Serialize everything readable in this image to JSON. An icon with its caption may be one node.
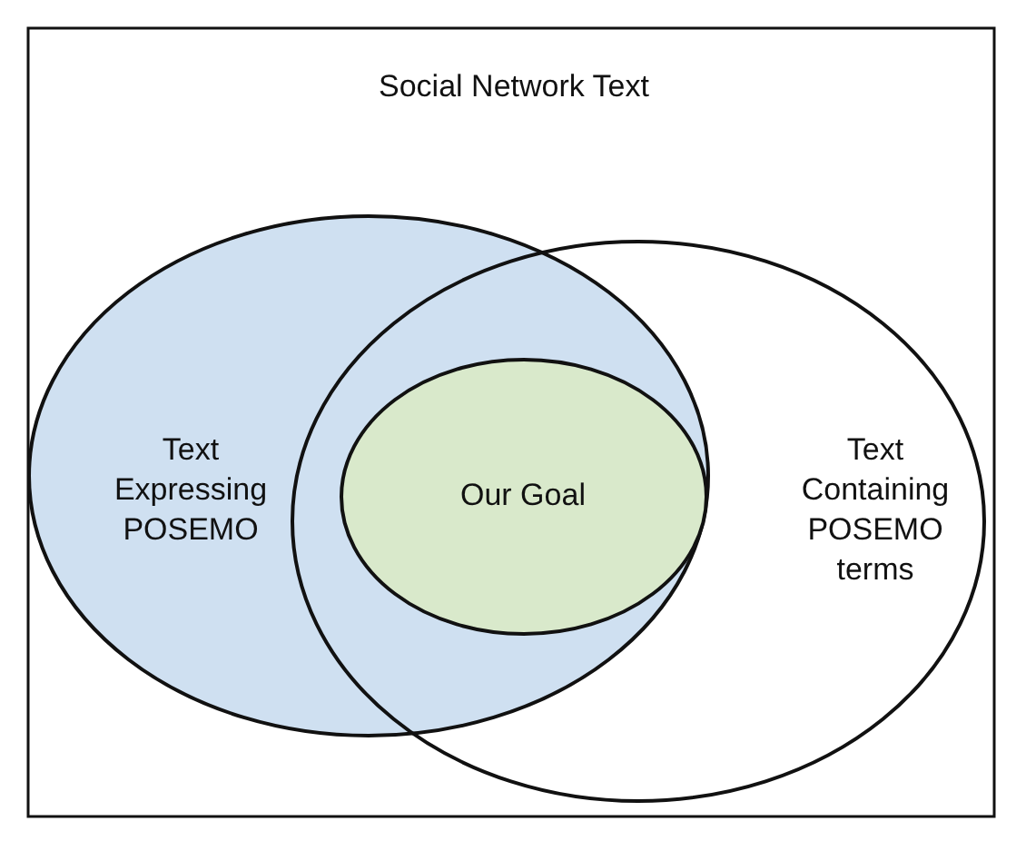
{
  "diagram": {
    "nodes": [
      {
        "text": [
          "Social Network Text"
        ]
      },
      {
        "text": [
          "Text Expressing POSEMO"
        ],
        "in": 0
      },
      {
        "text": [
          "Text Containing POSEMO terms"
        ],
        "in": 0
      },
      {
        "text": [
          "Our Goal"
        ]
      }
    ]
  }
}
